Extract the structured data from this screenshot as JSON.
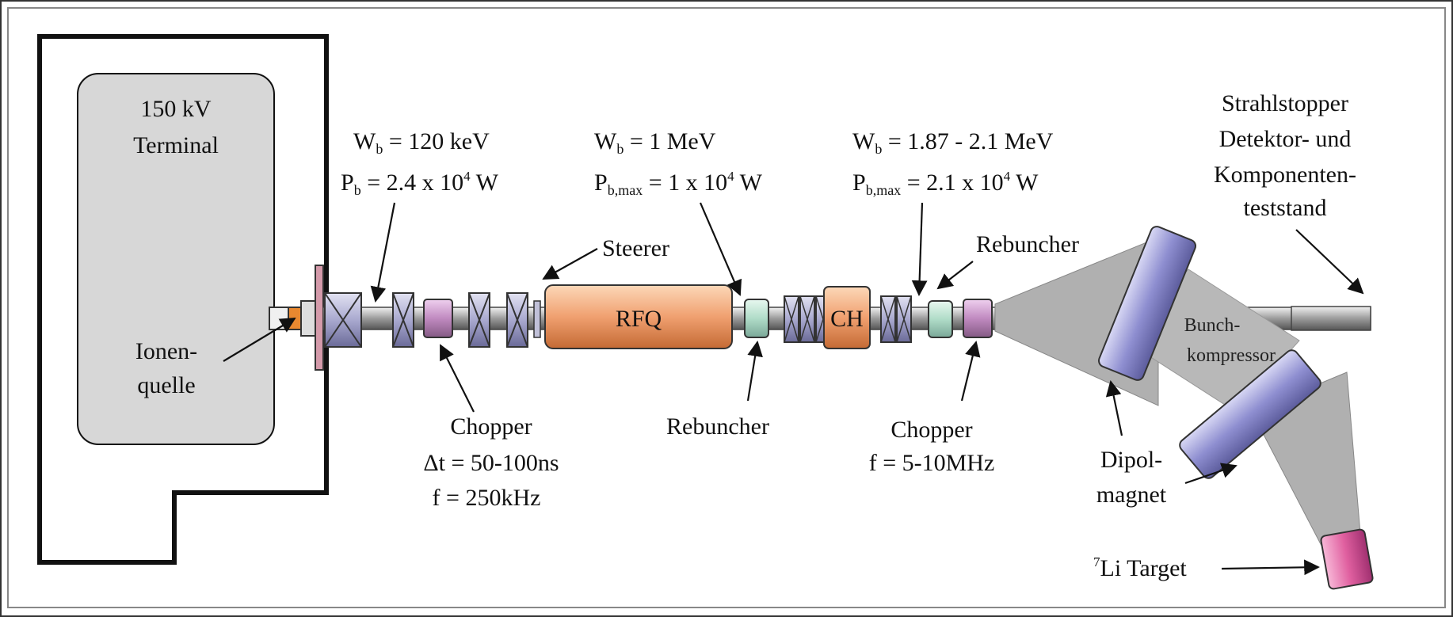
{
  "terminal": {
    "voltage": "150 kV",
    "name": "Terminal"
  },
  "ion_source": {
    "line1": "Ionen-",
    "line2": "quelle"
  },
  "section1": {
    "energy": {
      "sym": "W",
      "sub": "b",
      "val": " = 120 keV"
    },
    "power": {
      "sym": "P",
      "sub": "b",
      "val": " = 2.4 x 10",
      "sup": "4",
      "unit": " W"
    }
  },
  "section2": {
    "energy": {
      "sym": "W",
      "sub": "b",
      "val": " = 1 MeV"
    },
    "power": {
      "sym": "P",
      "sub": "b,max",
      "val": " = 1 x 10",
      "sup": "4",
      "unit": " W"
    }
  },
  "section3": {
    "energy": {
      "sym": "W",
      "sub": "b",
      "val": " = 1.87 - 2.1  MeV"
    },
    "power": {
      "sym": "P",
      "sub": "b,max",
      "val": " = 2.1 x 10",
      "sup": "4",
      "unit": " W"
    }
  },
  "steerer": "Steerer",
  "rfq": "RFQ",
  "ch": "CH",
  "chopper1": {
    "name": "Chopper",
    "dt": "Δt = 50-100ns",
    "f": "f =  250kHz"
  },
  "rebuncher1": "Rebuncher",
  "rebuncher2": "Rebuncher",
  "chopper2": {
    "name": "Chopper",
    "f": "f =  5-10MHz"
  },
  "strahlstopper": {
    "line1": "Strahlstopper",
    "line2": "Detektor-  und",
    "line3": "Komponenten-",
    "line4": "teststand"
  },
  "bunchkompressor": {
    "line1": "Bunch-",
    "line2": "kompressor"
  },
  "dipolmagnet": {
    "line1": "Dipol-",
    "line2": "magnet"
  },
  "target": {
    "sup": "7",
    "name": "Li Target"
  },
  "colors": {
    "terminal_fill": "#d6d6d6",
    "pipe": "#a8a8a8",
    "rfq": "#f0a070",
    "ch": "#e89060",
    "quad": "#b8b8d8",
    "chopper": "#cc99cc",
    "rebuncher": "#b8e0d0",
    "dipole": "#9a9ad0",
    "target": "#e060a0",
    "cone": "#b4b4b4"
  }
}
